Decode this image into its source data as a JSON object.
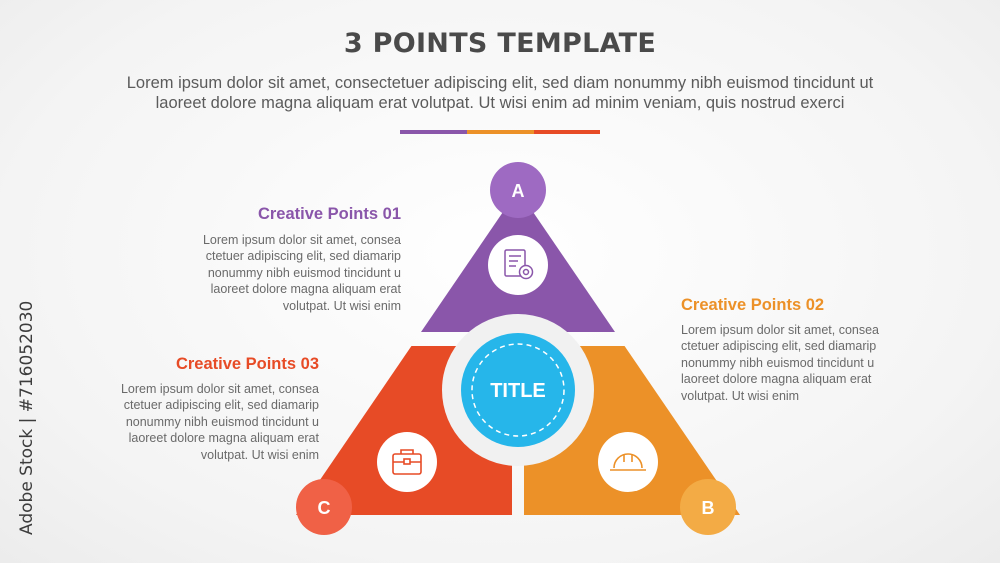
{
  "header": {
    "title": "3 POINTS TEMPLATE",
    "subtitle_line1": "Lorem ipsum dolor sit amet, consectetuer adipiscing elit, sed diam nonummy nibh euismod tincidunt ut",
    "subtitle_line2": "laoreet dolore magna aliquam erat volutpat. Ut wisi enim ad minim veniam, quis nostrud exerci"
  },
  "colors": {
    "purple": "#8a56aa",
    "purple_light": "#9e6ac2",
    "orange": "#ec9128",
    "orange_light": "#f3ab45",
    "red": "#e74b26",
    "red_light": "#f06146",
    "blue": "#26b6ea"
  },
  "diagram": {
    "center_label": "TITLE",
    "badge_a": "A",
    "badge_b": "B",
    "badge_c": "C",
    "icons": {
      "top": "document-gear-icon",
      "bottom_left": "briefcase-icon",
      "bottom_right": "hard-hat-icon"
    }
  },
  "points": {
    "p1": {
      "heading": "Creative Points 01",
      "lines": [
        "Lorem ipsum dolor sit amet, consea",
        "ctetuer adipiscing elit, sed diamarip",
        "nonummy nibh euismod tincidunt u",
        "laoreet dolore magna aliquam erat",
        "volutpat. Ut wisi enim"
      ]
    },
    "p2": {
      "heading": "Creative Points 02",
      "lines": [
        "Lorem ipsum dolor sit amet, consea",
        "ctetuer adipiscing elit, sed diamarip",
        "nonummy nibh euismod tincidunt u",
        "laoreet dolore magna aliquam erat",
        "volutpat. Ut wisi enim"
      ]
    },
    "p3": {
      "heading": "Creative Points 03",
      "lines": [
        "Lorem ipsum dolor sit amet, consea",
        "ctetuer adipiscing elit, sed diamarip",
        "nonummy nibh euismod tincidunt u",
        "laoreet dolore magna aliquam erat",
        "volutpat. Ut wisi enim"
      ]
    }
  },
  "watermark": {
    "stock_id": "Adobe Stock | #716052030"
  }
}
